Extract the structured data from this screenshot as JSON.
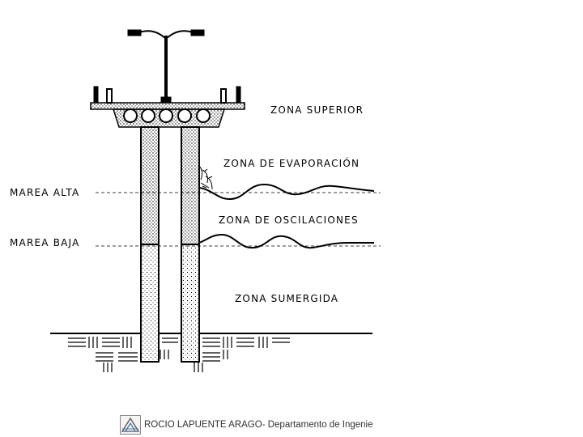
{
  "diagram": {
    "labels": {
      "zona_superior": "ZONA SUPERIOR",
      "zona_evaporacion": "ZONA DE EVAPORACIÓN",
      "marea_alta": "MAREA ALTA",
      "zona_oscilaciones": "ZONA DE OSCILACIONES",
      "marea_baja": "MAREA BAJA",
      "zona_sumergida": "ZONA SUMERGIDA"
    }
  },
  "footer": {
    "text": "ROCÍO LAPUENTE ARAGÓ- Departamento de Ingenie"
  }
}
